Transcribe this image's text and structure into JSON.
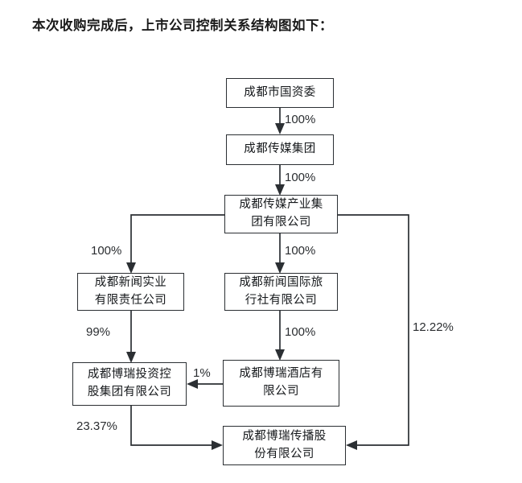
{
  "heading": "本次收购完成后，上市公司控制关系结构图如下：",
  "diagram": {
    "type": "org-ownership-structure",
    "nodes": [
      {
        "id": "sasac",
        "label": "成都市国资委"
      },
      {
        "id": "media-group",
        "label": "成都传媒集团"
      },
      {
        "id": "media-ind",
        "line1": "成都传媒产业集",
        "line2": "团有限公司"
      },
      {
        "id": "news-ind",
        "line1": "成都新闻实业",
        "line2": "有限责任公司"
      },
      {
        "id": "travel",
        "line1": "成都新闻国际旅",
        "line2": "行社有限公司"
      },
      {
        "id": "borui-invest",
        "line1": "成都博瑞投资控",
        "line2": "股集团有限公司"
      },
      {
        "id": "borui-hotel",
        "line1": "成都博瑞酒店有",
        "line2": "限公司"
      },
      {
        "id": "borui-media",
        "line1": "成都博瑞传播股",
        "line2": "份有限公司"
      }
    ],
    "edges": [
      {
        "from": "sasac",
        "to": "media-group",
        "label": "100%"
      },
      {
        "from": "media-group",
        "to": "media-ind",
        "label": "100%"
      },
      {
        "from": "media-ind",
        "to": "news-ind",
        "label": "100%"
      },
      {
        "from": "media-ind",
        "to": "travel",
        "label": "100%"
      },
      {
        "from": "news-ind",
        "to": "borui-invest",
        "label": "99%"
      },
      {
        "from": "travel",
        "to": "borui-hotel",
        "label": "100%"
      },
      {
        "from": "borui-hotel",
        "to": "borui-invest",
        "label": "1%"
      },
      {
        "from": "borui-invest",
        "to": "borui-media",
        "label": "23.37%"
      },
      {
        "from": "media-ind",
        "to": "borui-media",
        "label": "12.22%"
      }
    ],
    "labels": {
      "e1": "100%",
      "e2": "100%",
      "e3": "100%",
      "e4": "100%",
      "e5": "99%",
      "e6": "100%",
      "e7": "1%",
      "e8": "23.37%",
      "e9": "12.22%"
    },
    "colors": {
      "stroke": "#2b2f33",
      "text": "#15181b",
      "background": "#ffffff"
    }
  }
}
